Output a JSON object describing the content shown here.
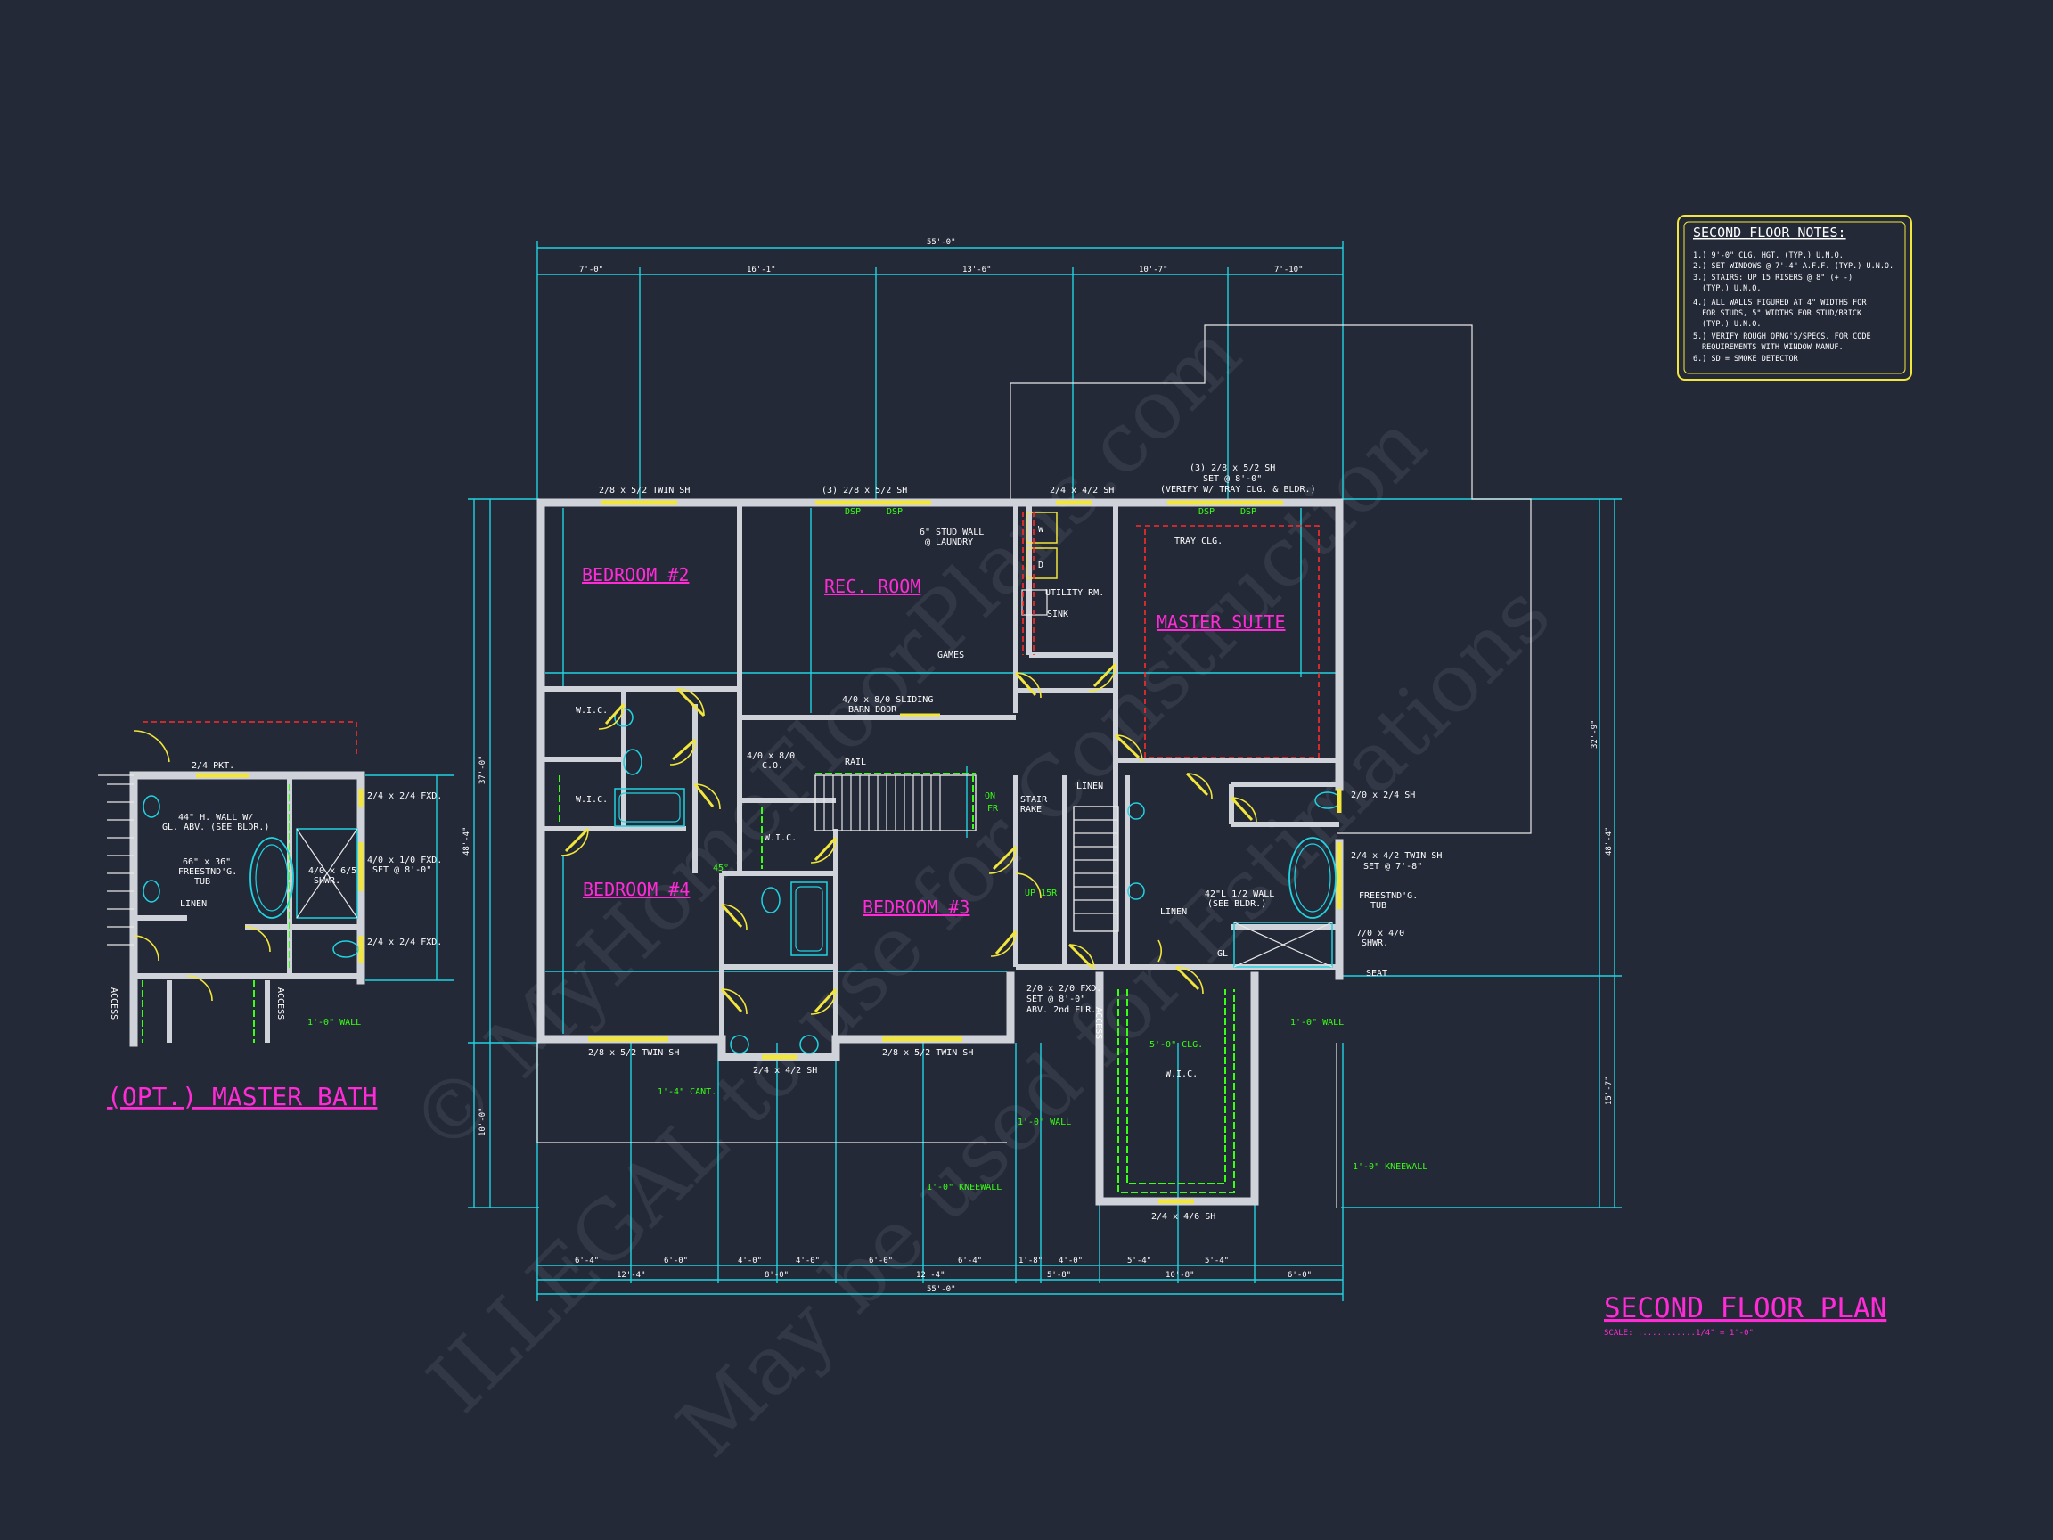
{
  "notes": {
    "title": "SECOND FLOOR NOTES:",
    "items": [
      "1.) 9'-0\" CLG. HGT. (TYP.) U.N.O.",
      "2.) SET WINDOWS @ 7'-4\" A.F.F. (TYP.) U.N.O.",
      "3.) STAIRS: UP 15 RISERS @ 8\" (+ -)",
      "(TYP.) U.N.O.",
      "4.) ALL WALLS FIGURED AT 4\" WIDTHS FOR",
      "FOR STUDS, 5\" WIDTHS FOR STUD/BRICK",
      "(TYP.) U.N.O.",
      "5.) VERIFY ROUGH OPNG'S/SPECS. FOR CODE",
      "REQUIREMENTS WITH WINDOW MANUF.",
      "6.) SD = SMOKE DETECTOR"
    ]
  },
  "title": {
    "main": "SECOND FLOOR PLAN",
    "scale": "SCALE: ............1/4\" = 1'-0\""
  },
  "inset_title": "(OPT.) MASTER BATH",
  "watermark": {
    "line1": "© MyHomeFloorPlans.com",
    "line2": "ILLEGAL to use for Construction",
    "line3": "May be used for Estimations"
  },
  "rooms": {
    "bedroom2": "BEDROOM #2",
    "rec_room": "REC. ROOM",
    "master_suite": "MASTER SUITE",
    "bedroom4": "BEDROOM #4",
    "bedroom3": "BEDROOM #3"
  },
  "top_dims": {
    "overall": "55'-0\"",
    "seg1": "7'-0\"",
    "seg2": "16'-1\"",
    "seg3": "13'-6\"",
    "seg4": "10'-7\"",
    "seg5": "7'-10\""
  },
  "bottom_dims": {
    "row1": [
      "6'-4\"",
      "6'-0\"",
      "4'-0\"",
      "4'-0\"",
      "6'-0\"",
      "6'-4\"",
      "1'-8\"",
      "4'-0\"",
      "5'-4\"",
      "5'-4\""
    ],
    "row2": [
      "12'-4\"",
      "8'-0\"",
      "12'-4\"",
      "5'-8\"",
      "10'-8\"",
      "6'-0\""
    ],
    "overall": "55'-0\""
  },
  "side_dims": {
    "left_a": "37'-0\"",
    "left_b": "48'-4\"",
    "left_c": "10'-0\"",
    "right_a": "32'-9\"",
    "right_b": "48'-4\"",
    "right_c": "15'-7\""
  },
  "windows": {
    "w1": "2/8 x 5/2 TWIN SH",
    "w2": "(3) 2/8 x 5/2 SH",
    "w3": "2/4 x 4/2 SH",
    "w4a": "(3) 2/8 x 5/2 SH",
    "w4b": "SET @ 8'-0\"",
    "w4c": "(VERIFY W/ TRAY CLG. & BLDR.)",
    "w5": "2/8 x 5/2 TWIN SH",
    "w6": "2/4 x 4/2 SH",
    "w7": "2/8 x 5/2 TWIN SH",
    "w8": "2/4 x 4/6 SH",
    "w9": "2/0 x 2/4 SH",
    "w10a": "2/4 x 4/2 TWIN SH",
    "w10b": "SET @ 7'-8\"",
    "w11a": "2/0 x 2/0 FXD.",
    "w11b": "SET @ 8'-0\"",
    "w11c": "ABV. 2nd FLR."
  },
  "labels": {
    "stud_wall_a": "6\" STUD WALL",
    "stud_wall_b": "@ LAUNDRY",
    "dsp1": "DSP",
    "dsp2": "DSP",
    "dsp3": "DSP",
    "dsp4": "DSP",
    "tray": "TRAY CLG.",
    "utility": "UTILITY RM.",
    "sink": "SINK",
    "washer": "W",
    "dryer": "D",
    "games": "GAMES",
    "barn_a": "4/0 x 8/0 SLIDING",
    "barn_b": "BARN DOOR",
    "co_a": "4/0 x 8/0",
    "co_b": "C.O.",
    "rail": "RAIL",
    "wic1": "W.I.C.",
    "wic2": "W.I.C.",
    "wic3": "W.I.C.",
    "wic4": "W.I.C.",
    "stair_a": "STAIR",
    "stair_b": "RAKE",
    "on": "ON",
    "fr": "FR",
    "up": "UP 15R",
    "linen1": "LINEN",
    "linen2": "LINEN",
    "wall42_a": "42\"L 1/2 WALL",
    "wall42_b": "(SEE BLDR.)",
    "tub_a": "FREESTND'G.",
    "tub_b": "TUB",
    "shwr_a": "7/0 x 4/0",
    "shwr_b": "SHWR.",
    "seat": "SEAT",
    "gl": "GL",
    "cant": "1'-4\" CANT.",
    "wall1": "1'-0\" WALL",
    "wall2": "1'-0\" WALL",
    "knee1": "1'-0\" KNEEWALL",
    "knee2": "1'-0\" KNEEWALL",
    "clg5": "5'-0\" CLG.",
    "access": "ACCESS",
    "angle": "45°"
  },
  "inset": {
    "pkt": "2/4 PKT.",
    "fxd1": "2/4 x 2/4 FXD.",
    "fxd2": "2/4 x 2/4 FXD.",
    "fxd3a": "4/0 x 1/0 FXD.",
    "fxd3b": "SET @ 8'-0\"",
    "wall44a": "44\" H. WALL W/",
    "wall44b": "GL. ABV. (SEE BLDR.)",
    "tub_a": "66\" x 36\"",
    "tub_b": "FREESTND'G.",
    "tub_c": "TUB",
    "shwr_a": "4/0 x 6/5",
    "shwr_b": "SHWR.",
    "linen": "LINEN",
    "wall": "1'-0\" WALL",
    "access1": "ACCESS",
    "access2": "ACCESS"
  }
}
